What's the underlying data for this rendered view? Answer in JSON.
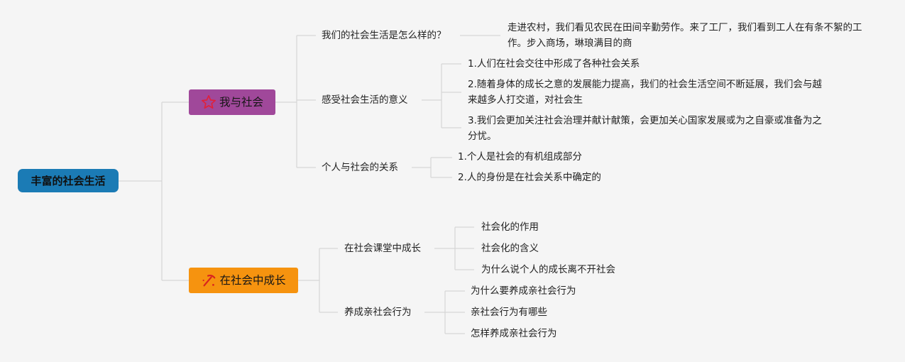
{
  "root": "丰富的社会生活",
  "branches": [
    {
      "label": "我与社会",
      "icon": "star-outline-icon",
      "color": "#a0489a",
      "children": [
        {
          "label": "我们的社会生活是怎么样的？",
          "children": [
            "走进农村，我们看见农民在田间辛勤劳作。来了工厂，我们看到工人在有条不絮的工作。步入商场，琳琅满目的商"
          ]
        },
        {
          "label": "感受社会生活的意义",
          "children": [
            "1.人们在社会交往中形成了各种社会关系",
            "2.随着身体的成长之意的发展能力提高，我们的社会生活空间不断延展，我们会与越来越多人打交道，对社会生",
            "3.我们会更加关注社会治理并献计献策，会更加关心国家发展或为之自豪或准备为之分忧。"
          ]
        },
        {
          "label": "个人与社会的关系",
          "children": [
            "1.个人是社会的有机组成部分",
            "2.人的身份是在社会关系中确定的"
          ]
        }
      ]
    },
    {
      "label": "在社会中成长",
      "icon": "pick-hammer-icon",
      "color": "#f6930f",
      "children": [
        {
          "label": "在社会课堂中成长",
          "children": [
            "社会化的作用",
            "社会化的含义",
            "为什么说个人的成长离不开社会"
          ]
        },
        {
          "label": "养成亲社会行为",
          "children": [
            "为什么要养成亲社会行为",
            "亲社会行为有哪些",
            "怎样养成亲社会行为"
          ]
        }
      ]
    }
  ]
}
